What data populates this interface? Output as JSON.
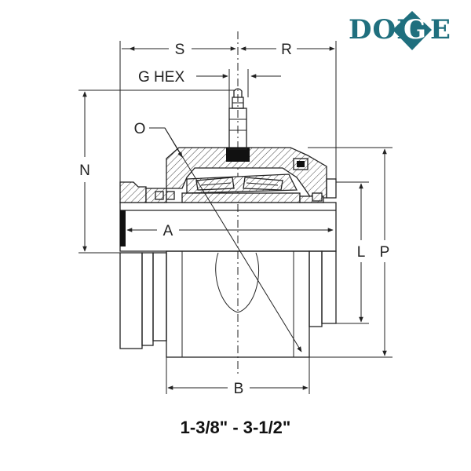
{
  "logo": {
    "text_left": "DOD",
    "text_diamond": "G",
    "text_right": "E",
    "color": "#1f6f7e"
  },
  "dimensions": {
    "s": "S",
    "r": "R",
    "g_hex": "G HEX",
    "n": "N",
    "o": "O",
    "a": "A",
    "l": "L",
    "p": "P",
    "b": "B"
  },
  "caption": "1-3/8\" - 3-1/2\""
}
